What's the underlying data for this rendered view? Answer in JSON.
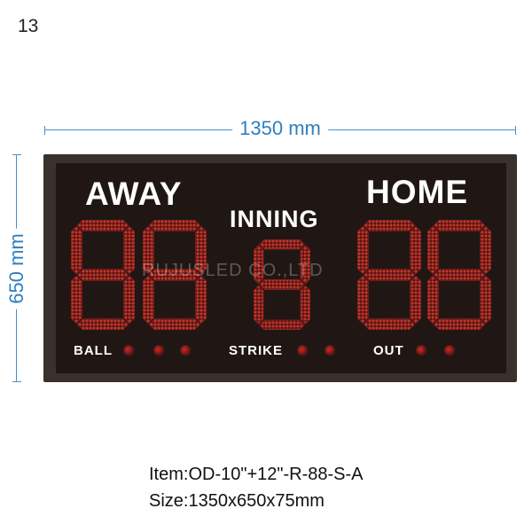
{
  "page_number": "13",
  "dimensions": {
    "width": "1350 mm",
    "height": "650 mm"
  },
  "scoreboard": {
    "away_label": "AWAY",
    "home_label": "HOME",
    "inning_label": "INNING",
    "away_score": "88",
    "inning_value": "8",
    "home_score": "88",
    "ball_label": "BALL",
    "strike_label": "STRIKE",
    "out_label": "OUT",
    "ball_indicators": 3,
    "strike_indicators": 2,
    "out_indicators": 2,
    "led_color": "#c0392b",
    "watermark": "RUJUSLED CO.,LTD"
  },
  "product": {
    "item": "Item:OD-10\"+12\"-R-88-S-A",
    "size": "Size:1350x650x75mm"
  }
}
